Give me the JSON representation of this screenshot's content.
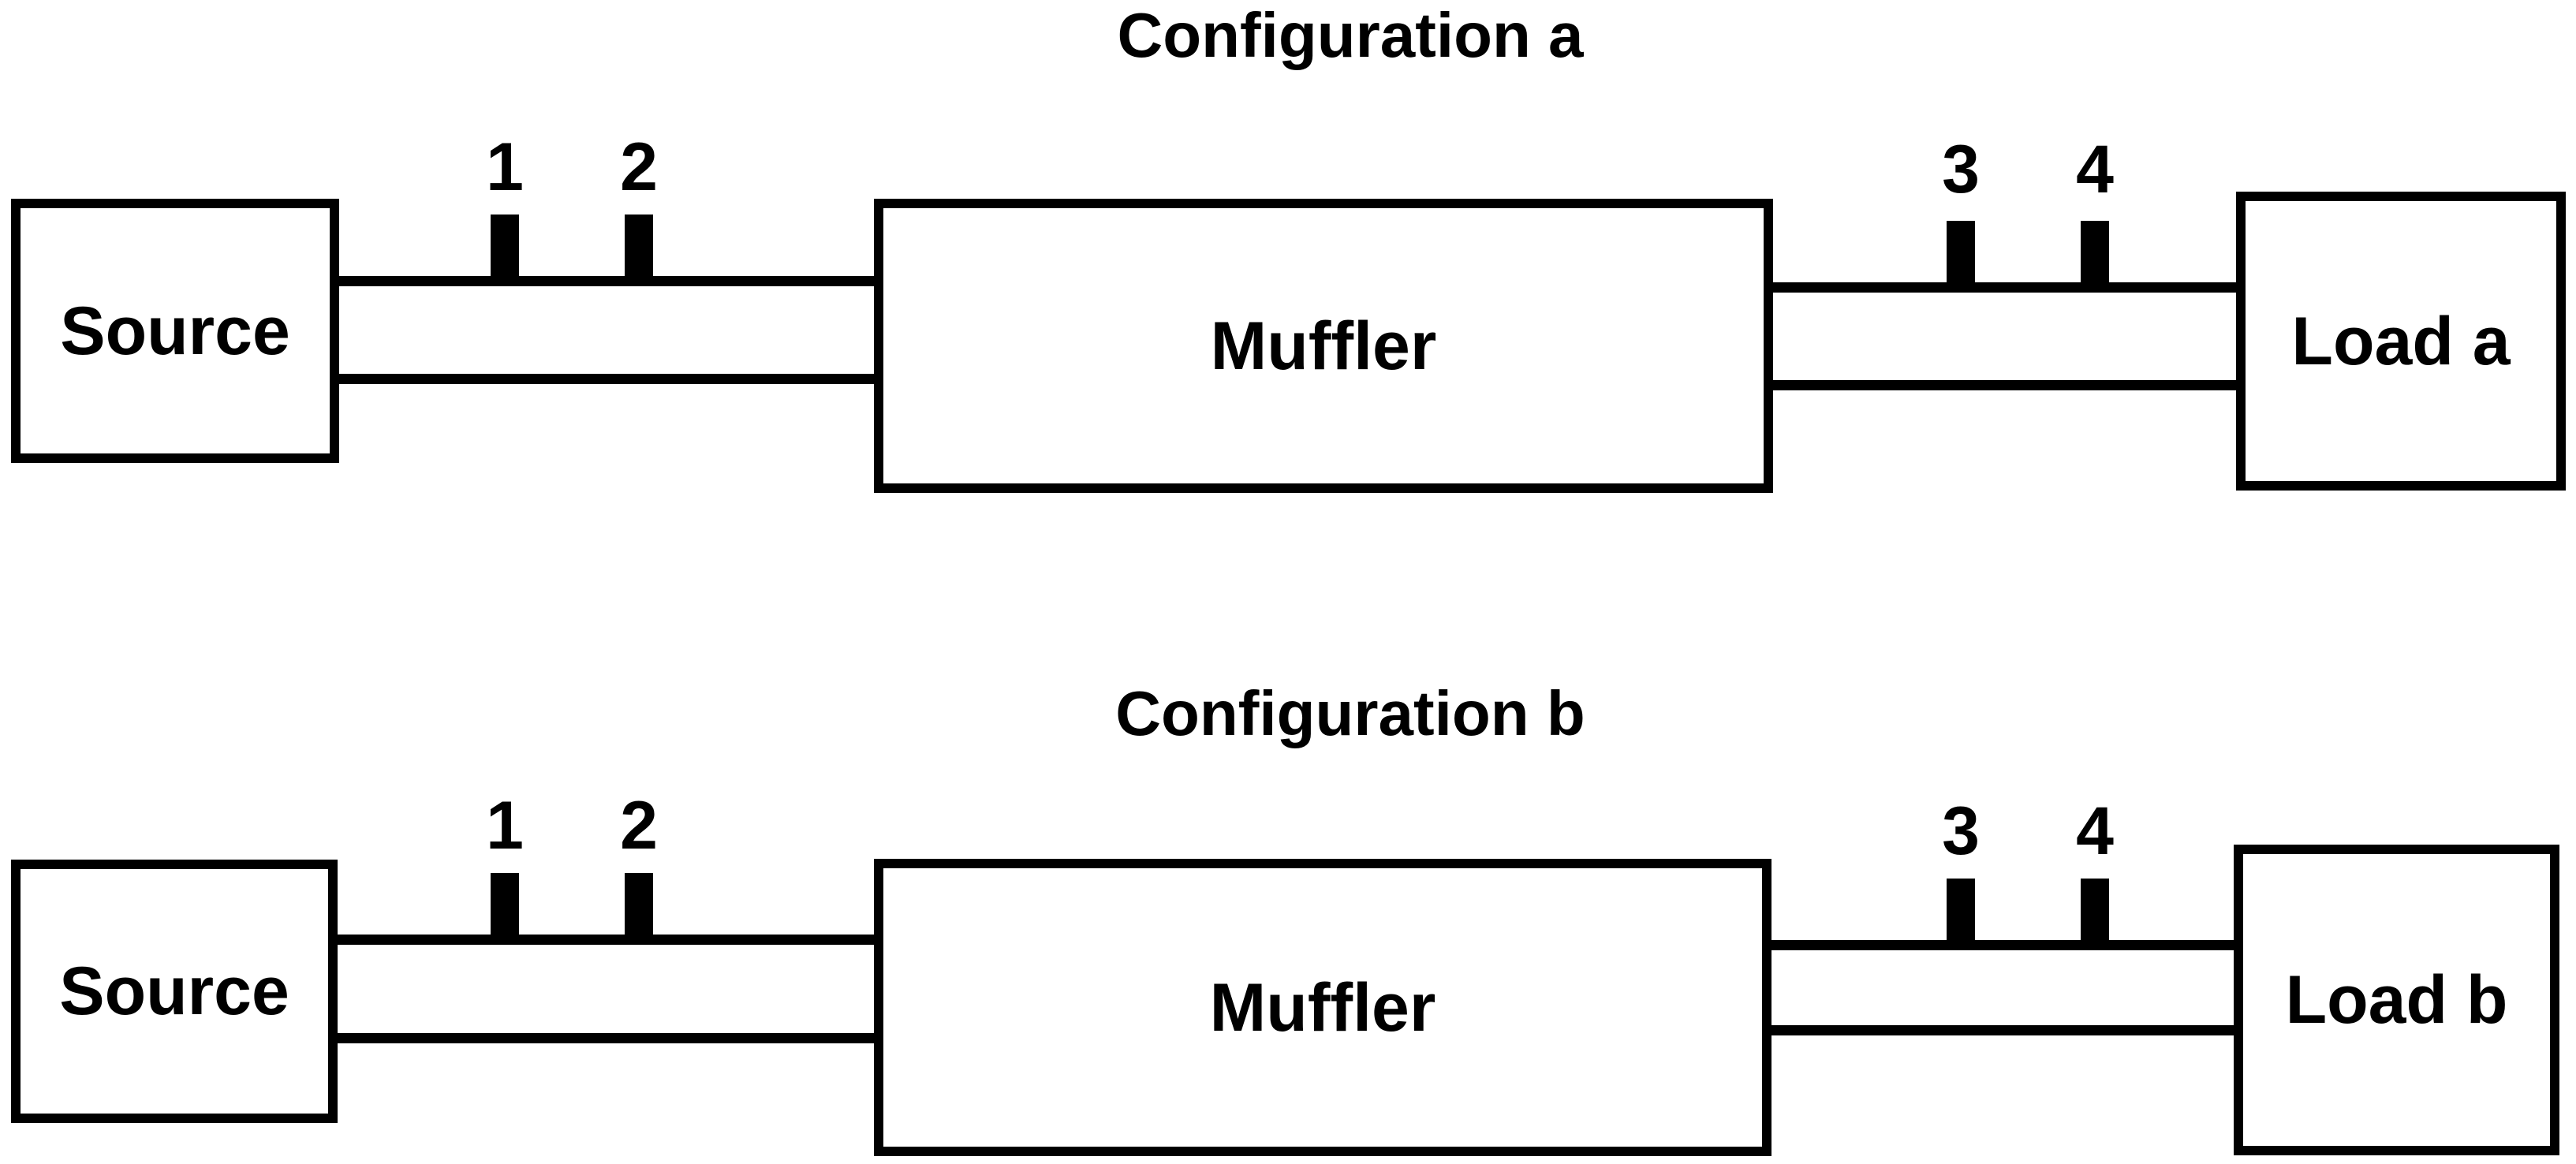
{
  "figure": {
    "background_color": "#ffffff",
    "ink_color": "#000000"
  },
  "configurations": [
    {
      "title": "Configuration a",
      "source_label": "Source",
      "muffler_label": "Muffler",
      "load_label": "Load a",
      "sensors": [
        "1",
        "2",
        "3",
        "4"
      ]
    },
    {
      "title": "Configuration b",
      "source_label": "Source",
      "muffler_label": "Muffler",
      "load_label": "Load b",
      "sensors": [
        "1",
        "2",
        "3",
        "4"
      ]
    }
  ]
}
